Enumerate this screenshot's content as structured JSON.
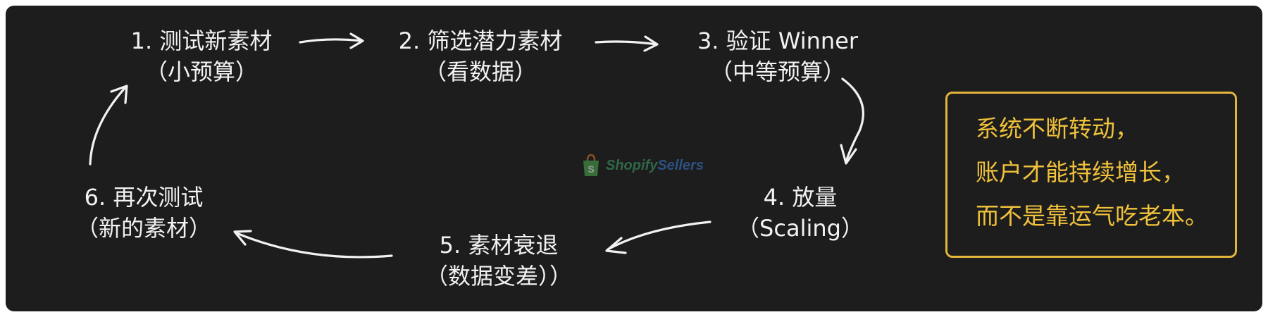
{
  "steps": [
    {
      "line1": "1. 测试新素材",
      "line2": "（小预算）"
    },
    {
      "line1": "2. 筛选潜力素材",
      "line2": "（看数据）"
    },
    {
      "line1": "3. 验证 Winner",
      "line2": "（中等预算）"
    },
    {
      "line1": "4. 放量",
      "line2": "（Scaling）"
    },
    {
      "line1": "5. 素材衰退",
      "line2": "（数据变差））"
    },
    {
      "line1": "6. 再次测试",
      "line2": "（新的素材）"
    }
  ],
  "note": {
    "lines": [
      "系统不断转动，",
      "账户才能持续增长，",
      "而不是靠运气吃老本。"
    ],
    "color": "#f0c23b",
    "border_color": "#e3b43c"
  },
  "watermark": {
    "part1": "Shopify",
    "part2": "Sellers",
    "icon": "shopify-bag-icon"
  },
  "colors": {
    "background": "#1d1d1d",
    "chalk": "#f2f2f2"
  }
}
